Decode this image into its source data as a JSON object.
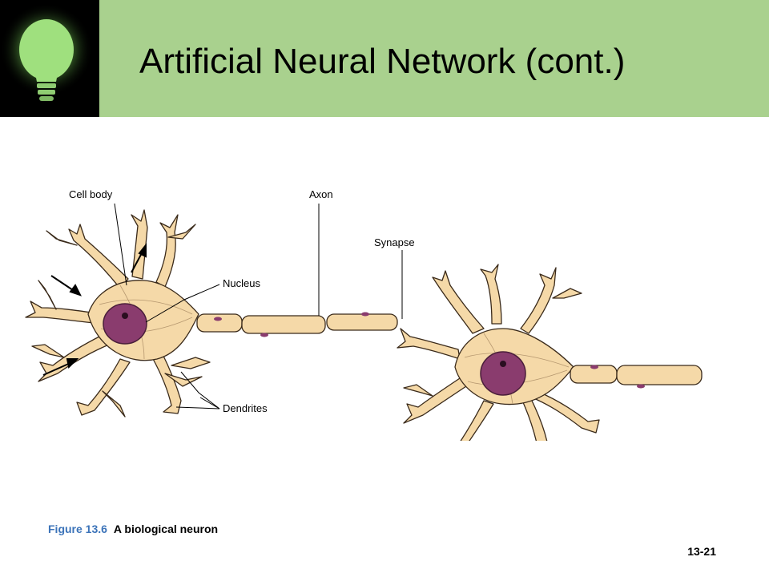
{
  "slide": {
    "title": "Artificial Neural Network (cont.)",
    "page_number": "13-21"
  },
  "diagram": {
    "labels": {
      "cell_body": "Cell body",
      "axon": "Axon",
      "synapse": "Synapse",
      "nucleus": "Nucleus",
      "dendrites": "Dendrites"
    }
  },
  "caption": {
    "figure_number": "Figure 13.6",
    "text": "A biological neuron"
  },
  "colors": {
    "header_green": "#a9d18e",
    "cell_fill": "#f5d9a8",
    "nucleus_fill": "#8a3c6e",
    "caption_blue": "#3b73b9"
  }
}
